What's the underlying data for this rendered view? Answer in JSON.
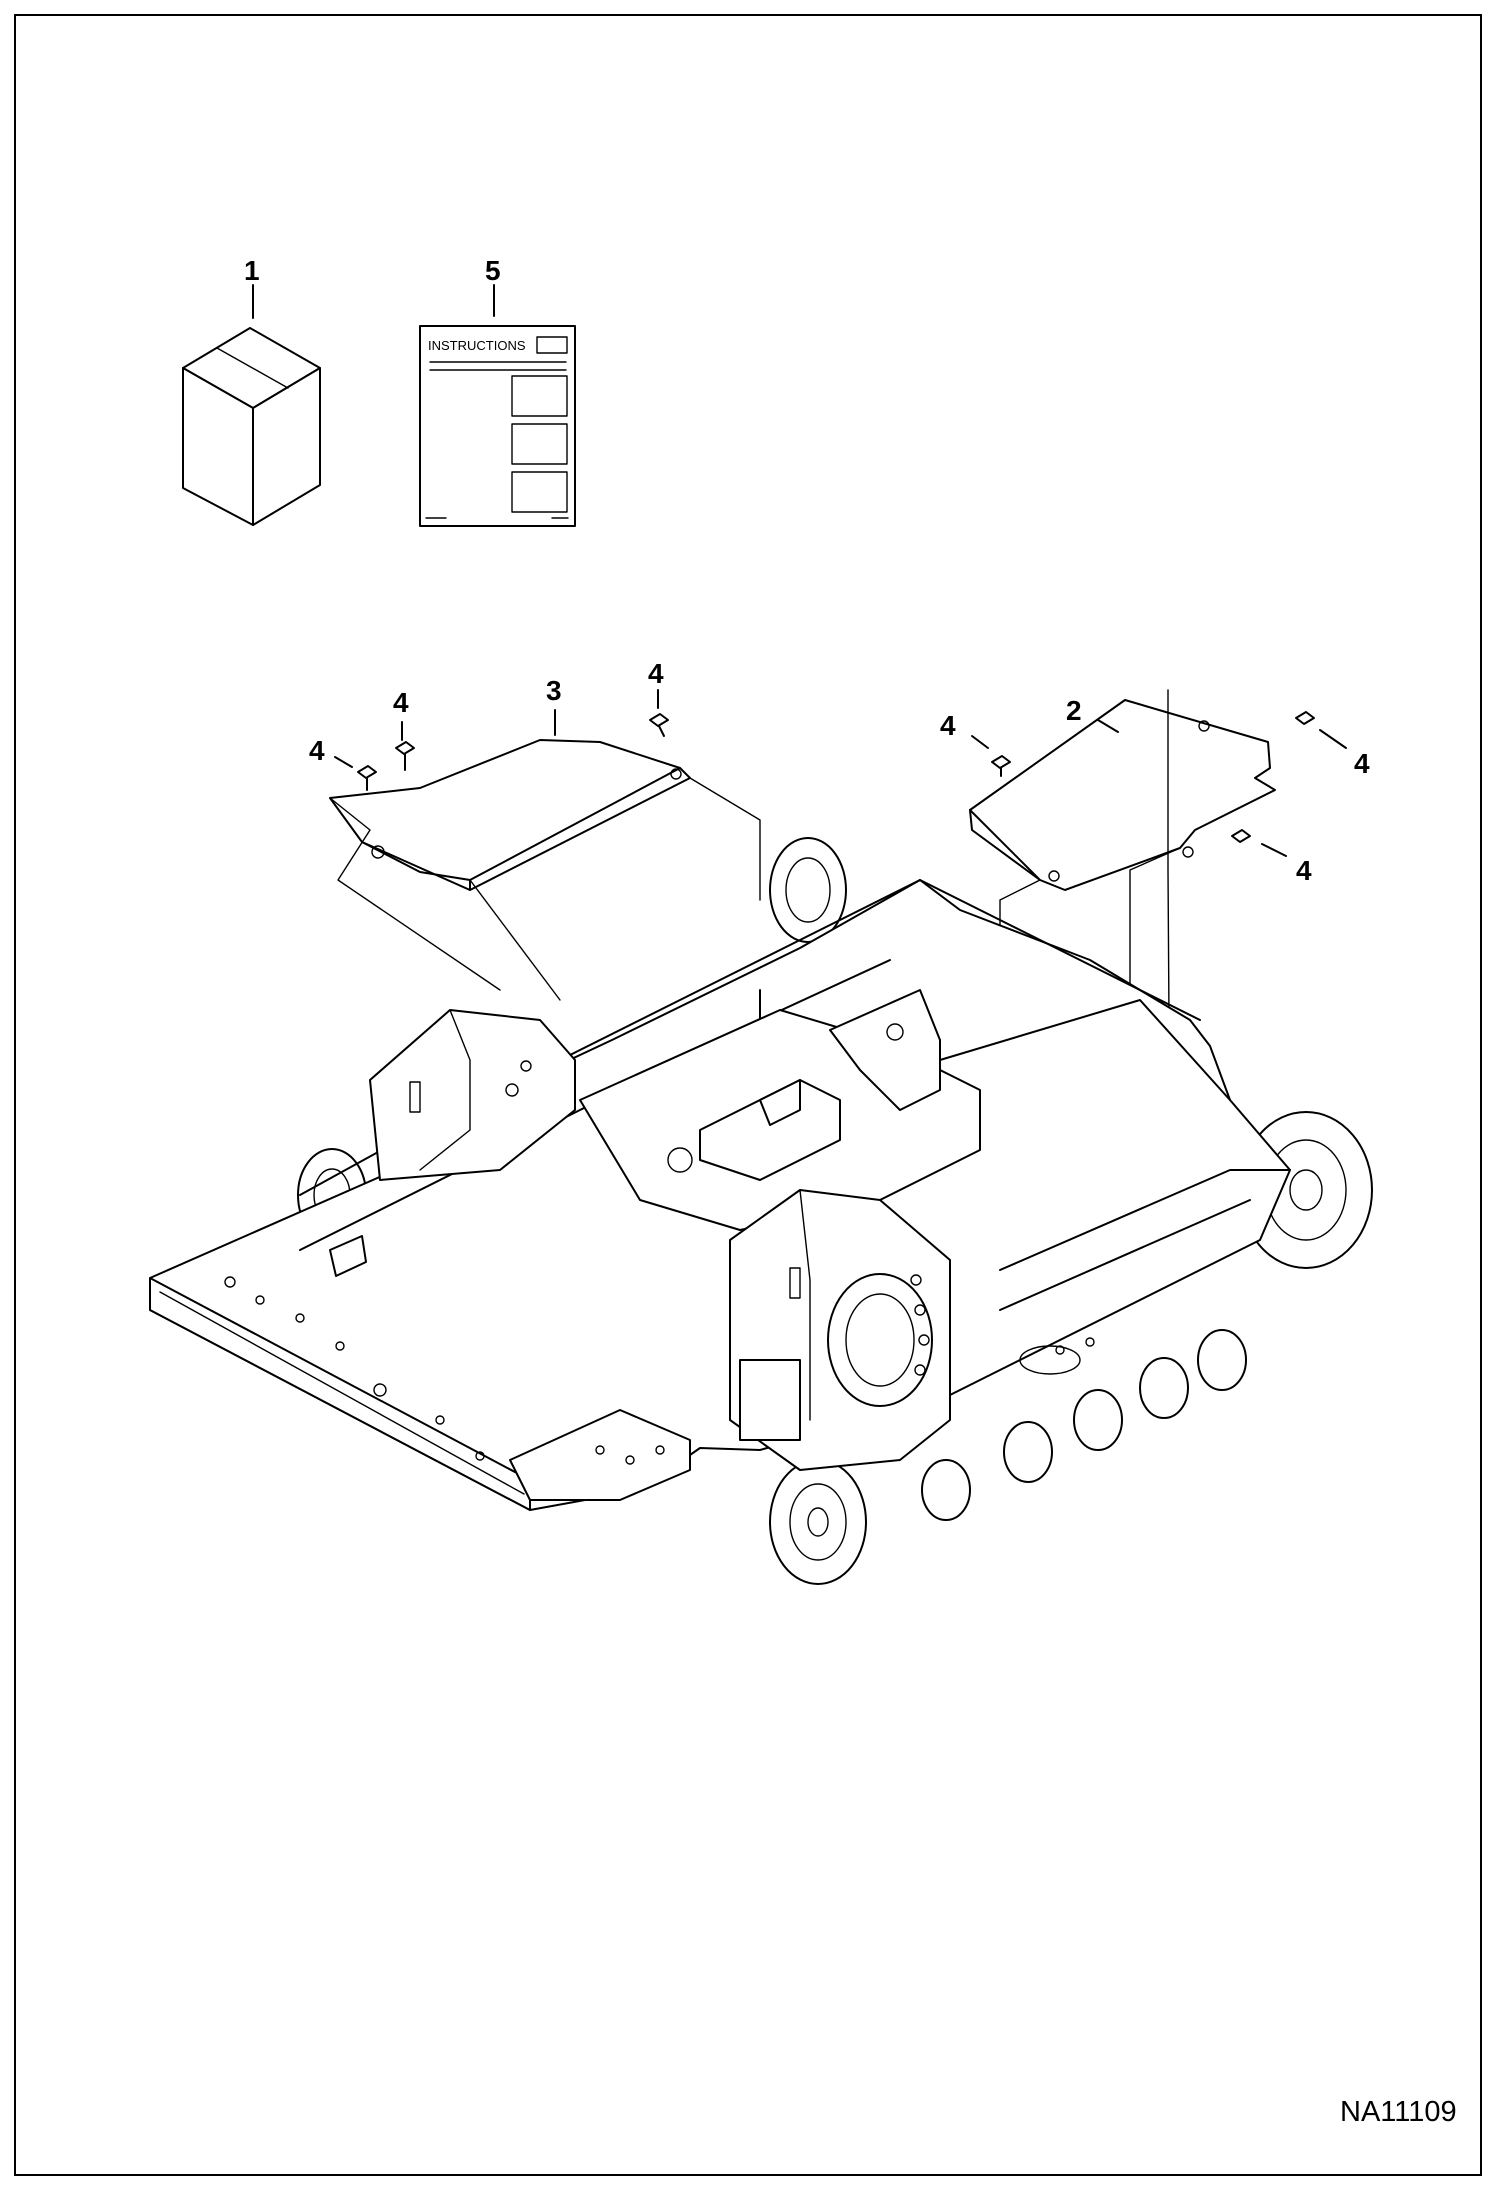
{
  "callouts": {
    "part1": "1",
    "part5": "5",
    "part3": "3",
    "part2": "2",
    "part4a": "4",
    "part4b": "4",
    "part4c": "4",
    "part4d": "4",
    "part4e": "4",
    "part4f": "4"
  },
  "instructions_label": "INSTRUCTIONS",
  "drawing_ref": "NA11109"
}
